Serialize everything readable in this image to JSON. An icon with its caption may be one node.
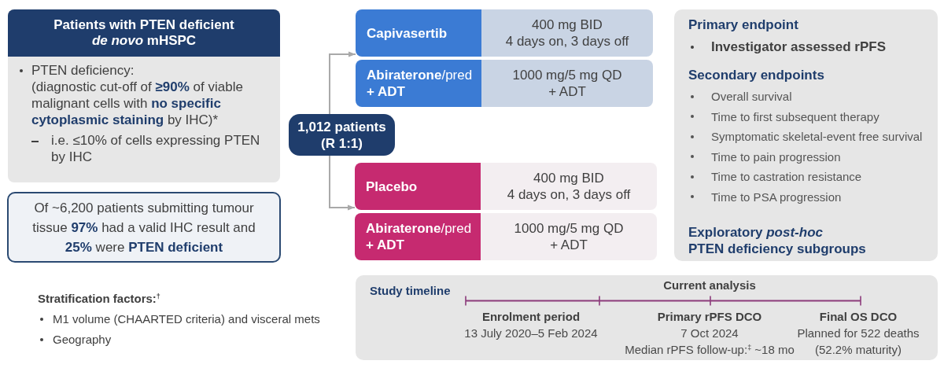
{
  "diagram": {
    "nodes": [
      {
        "text": [
          "Patients with PTEN deficient *de novo* mHSPC",
          "PTEN deficiency:",
          "(diagnostic cut-off of **≥90%** of viable malignant cells with **no specific cytoplasmic staining** by IHC)*",
          "i.e. ≤10% of cells expressing PTEN by IHC"
        ]
      },
      {
        "text": [
          "Of ~6,200 patients submitting tumour tissue **97%** had a valid IHC result and **25%** were **PTEN deficient**"
        ]
      },
      {
        "text": [
          "1,012 patients (R 1:1)"
        ]
      },
      {
        "text": [
          "Capivasertib",
          "400 mg BID",
          "4 days on, 3 days off"
        ]
      },
      {
        "text": [
          "**Abiraterone**/pred **+ ADT**",
          "1000 mg/5 mg QD",
          "+ ADT"
        ]
      },
      {
        "text": [
          "Placebo",
          "400 mg BID",
          "4 days on, 3 days off"
        ]
      },
      {
        "text": [
          "**Abiraterone**/pred **+ ADT**",
          "1000 mg/5 mg QD",
          "+ ADT"
        ]
      },
      {
        "text": [
          "Primary endpoint",
          "Investigator assessed rPFS",
          "Secondary endpoints",
          "Overall survival",
          "Time to first subsequent therapy",
          "Symptomatic skeletal-event free survival",
          "Time to pain progression",
          "Time to castration resistance",
          "Time to PSA progression",
          "Exploratory *post-hoc*",
          "PTEN deficiency subgroups"
        ]
      },
      {
        "text": [
          "Study timeline",
          "Current analysis",
          "Enrolment period",
          "13 July 2020–5 Feb 2024",
          "Primary rPFS DCO",
          "7 Oct 2024",
          "Median rPFS follow-up:$^{‡}$ ~18 mo",
          "Final OS DCO",
          "Planned for 522 deaths",
          "(52.2% maturity)"
        ]
      }
    ],
    "edges": [
      {
        "from": 2,
        "to": 3,
        "arrow": "to"
      },
      {
        "from": 2,
        "to": 5,
        "arrow": "to"
      }
    ],
    "labels": [
      "Stratification factors:$^{†}$",
      "M1 volume (CHAARTED criteria) and visceral mets",
      "Geography"
    ]
  }
}
